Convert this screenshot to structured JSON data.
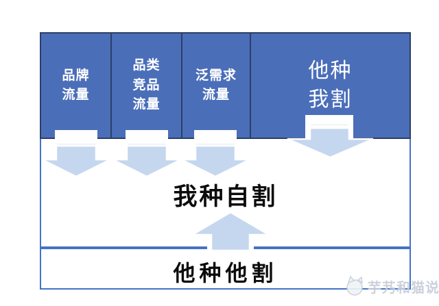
{
  "header": {
    "columns": [
      {
        "label": "品牌\n流量"
      },
      {
        "label": "品类\n竞品\n流量"
      },
      {
        "label": "泛需求\n流量"
      },
      {
        "label": "他种\n我割"
      }
    ]
  },
  "middle": {
    "label": "我种自割"
  },
  "bottom": {
    "label": "他种他割"
  },
  "watermark": {
    "text": "芋艿和猫说",
    "icon": "cat-logo-icon"
  },
  "colors": {
    "header_blue": "#4B6EB9",
    "header_border": "#2C3F66",
    "box_border": "#4472C4",
    "arrow_fill": "#C5D7EE",
    "watermark_text": "#C6CDD9",
    "label_text_dark": "#0C0C0C",
    "label_text_light": "#FFFFFF"
  }
}
